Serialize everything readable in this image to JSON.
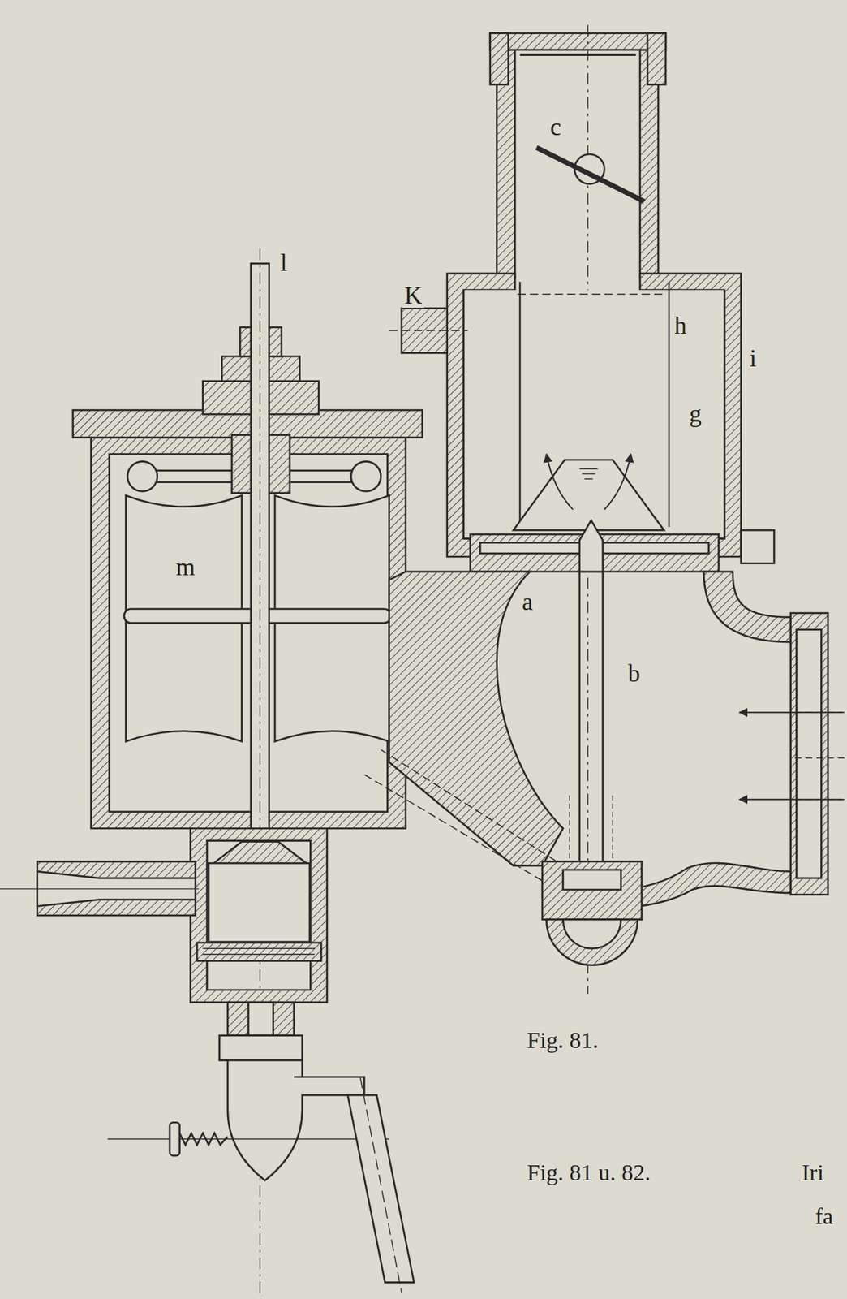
{
  "diagram": {
    "labels": [
      "l",
      "K",
      "c",
      "h",
      "i",
      "g",
      "m",
      "a",
      "b",
      "Fig. 81.",
      "Fig. 81 u. 82.",
      "Iri",
      "fa"
    ]
  }
}
